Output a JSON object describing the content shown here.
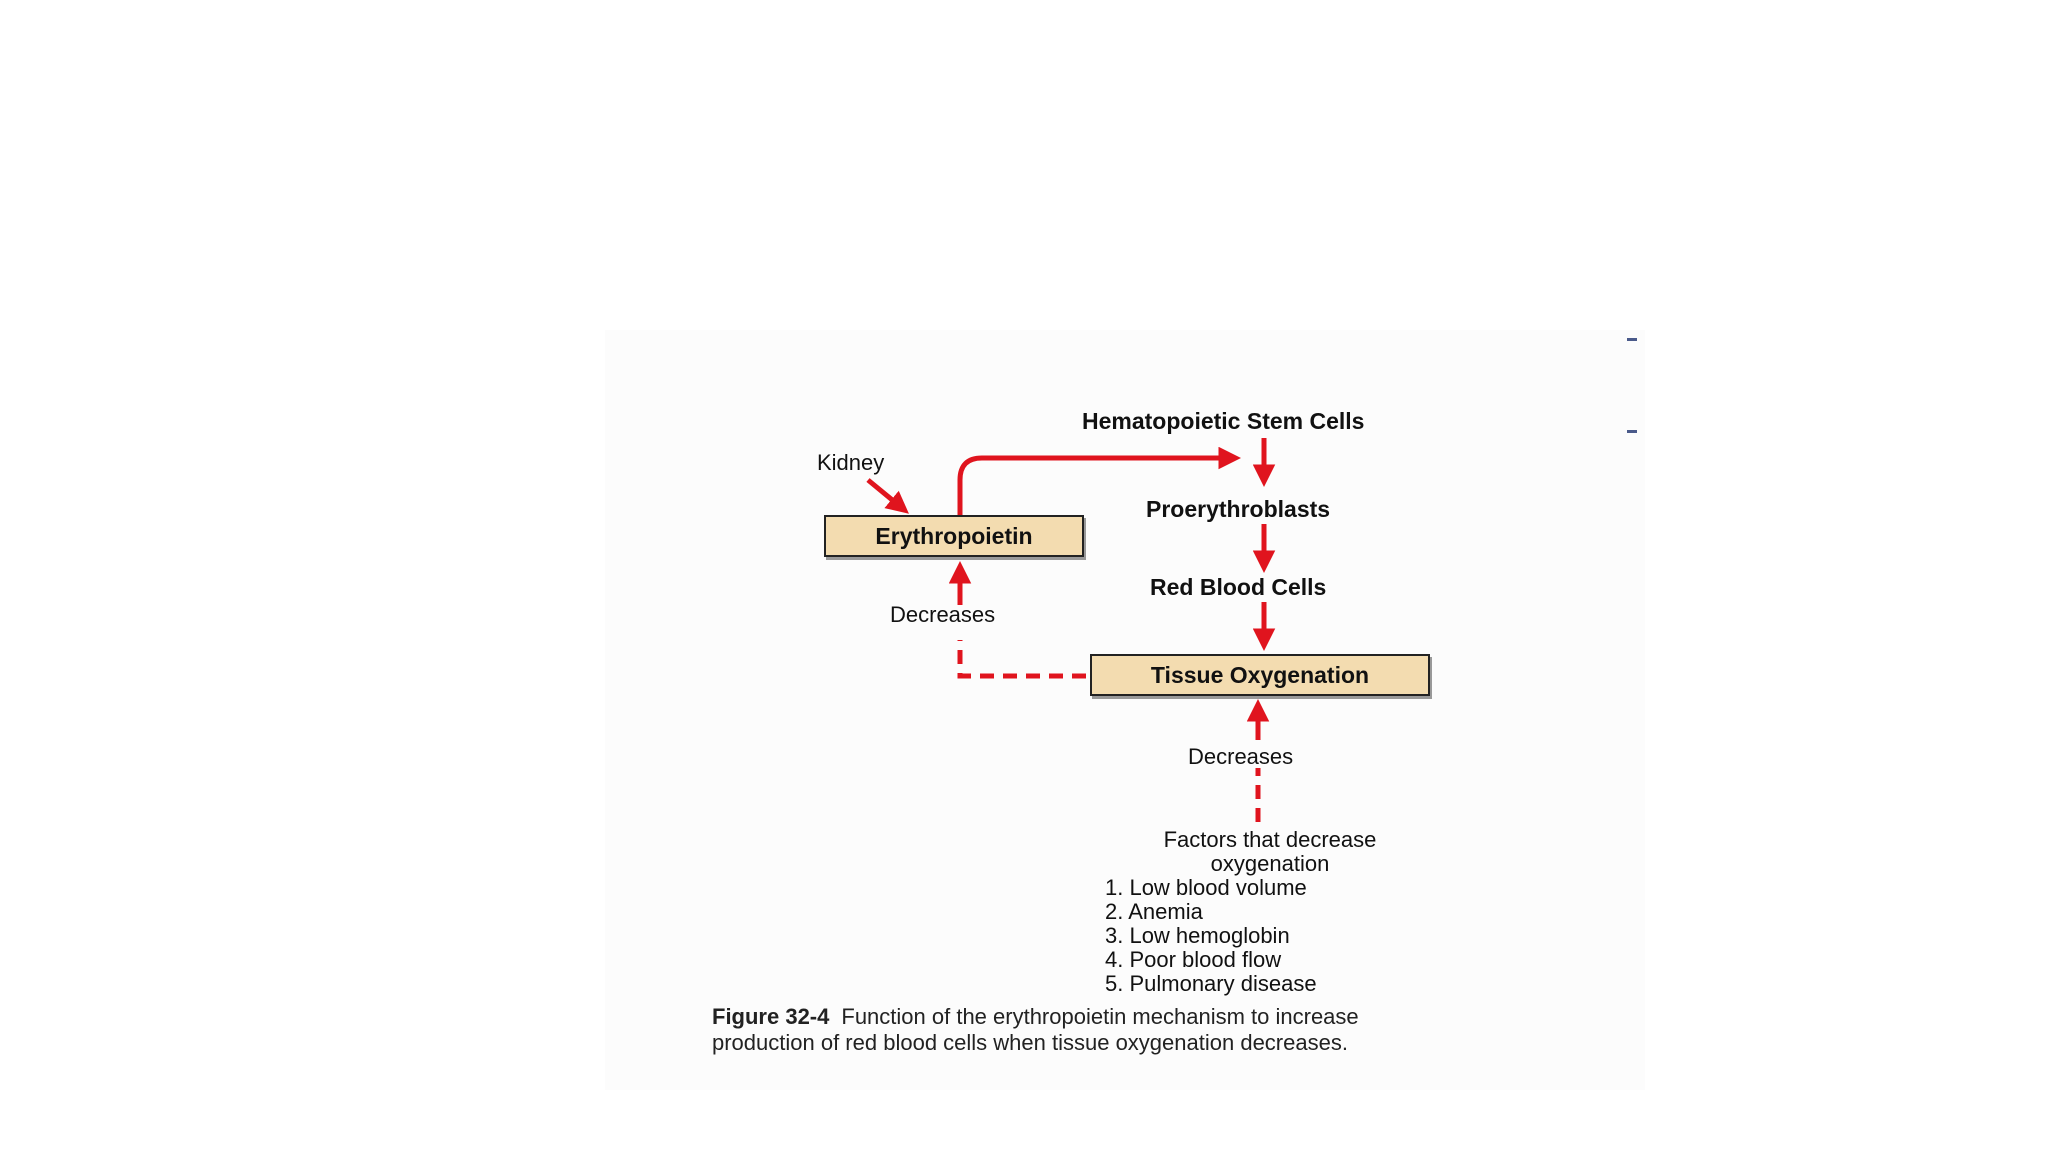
{
  "nodes": {
    "stem_cells": "Hematopoietic Stem Cells",
    "proerythroblasts": "Proerythroblasts",
    "rbc": "Red Blood Cells",
    "kidney": "Kidney",
    "erythropoietin": "Erythropoietin",
    "tissue_oxygenation": "Tissue Oxygenation"
  },
  "edge_labels": {
    "decreases_left": "Decreases",
    "decreases_bottom": "Decreases"
  },
  "factors": {
    "heading_line1": "Factors that decrease",
    "heading_line2": "oxygenation",
    "items": [
      "1. Low blood volume",
      "2. Anemia",
      "3. Low hemoglobin",
      "4. Poor blood flow",
      "5. Pulmonary disease"
    ]
  },
  "caption": {
    "figure_number": "Figure 32-4",
    "line1": "Function of the erythropoietin mechanism to increase",
    "line2": "production of red blood cells when tissue oxygenation decreases."
  },
  "colors": {
    "arrow": "#e0141e",
    "box_fill": "#f3dcb0"
  }
}
